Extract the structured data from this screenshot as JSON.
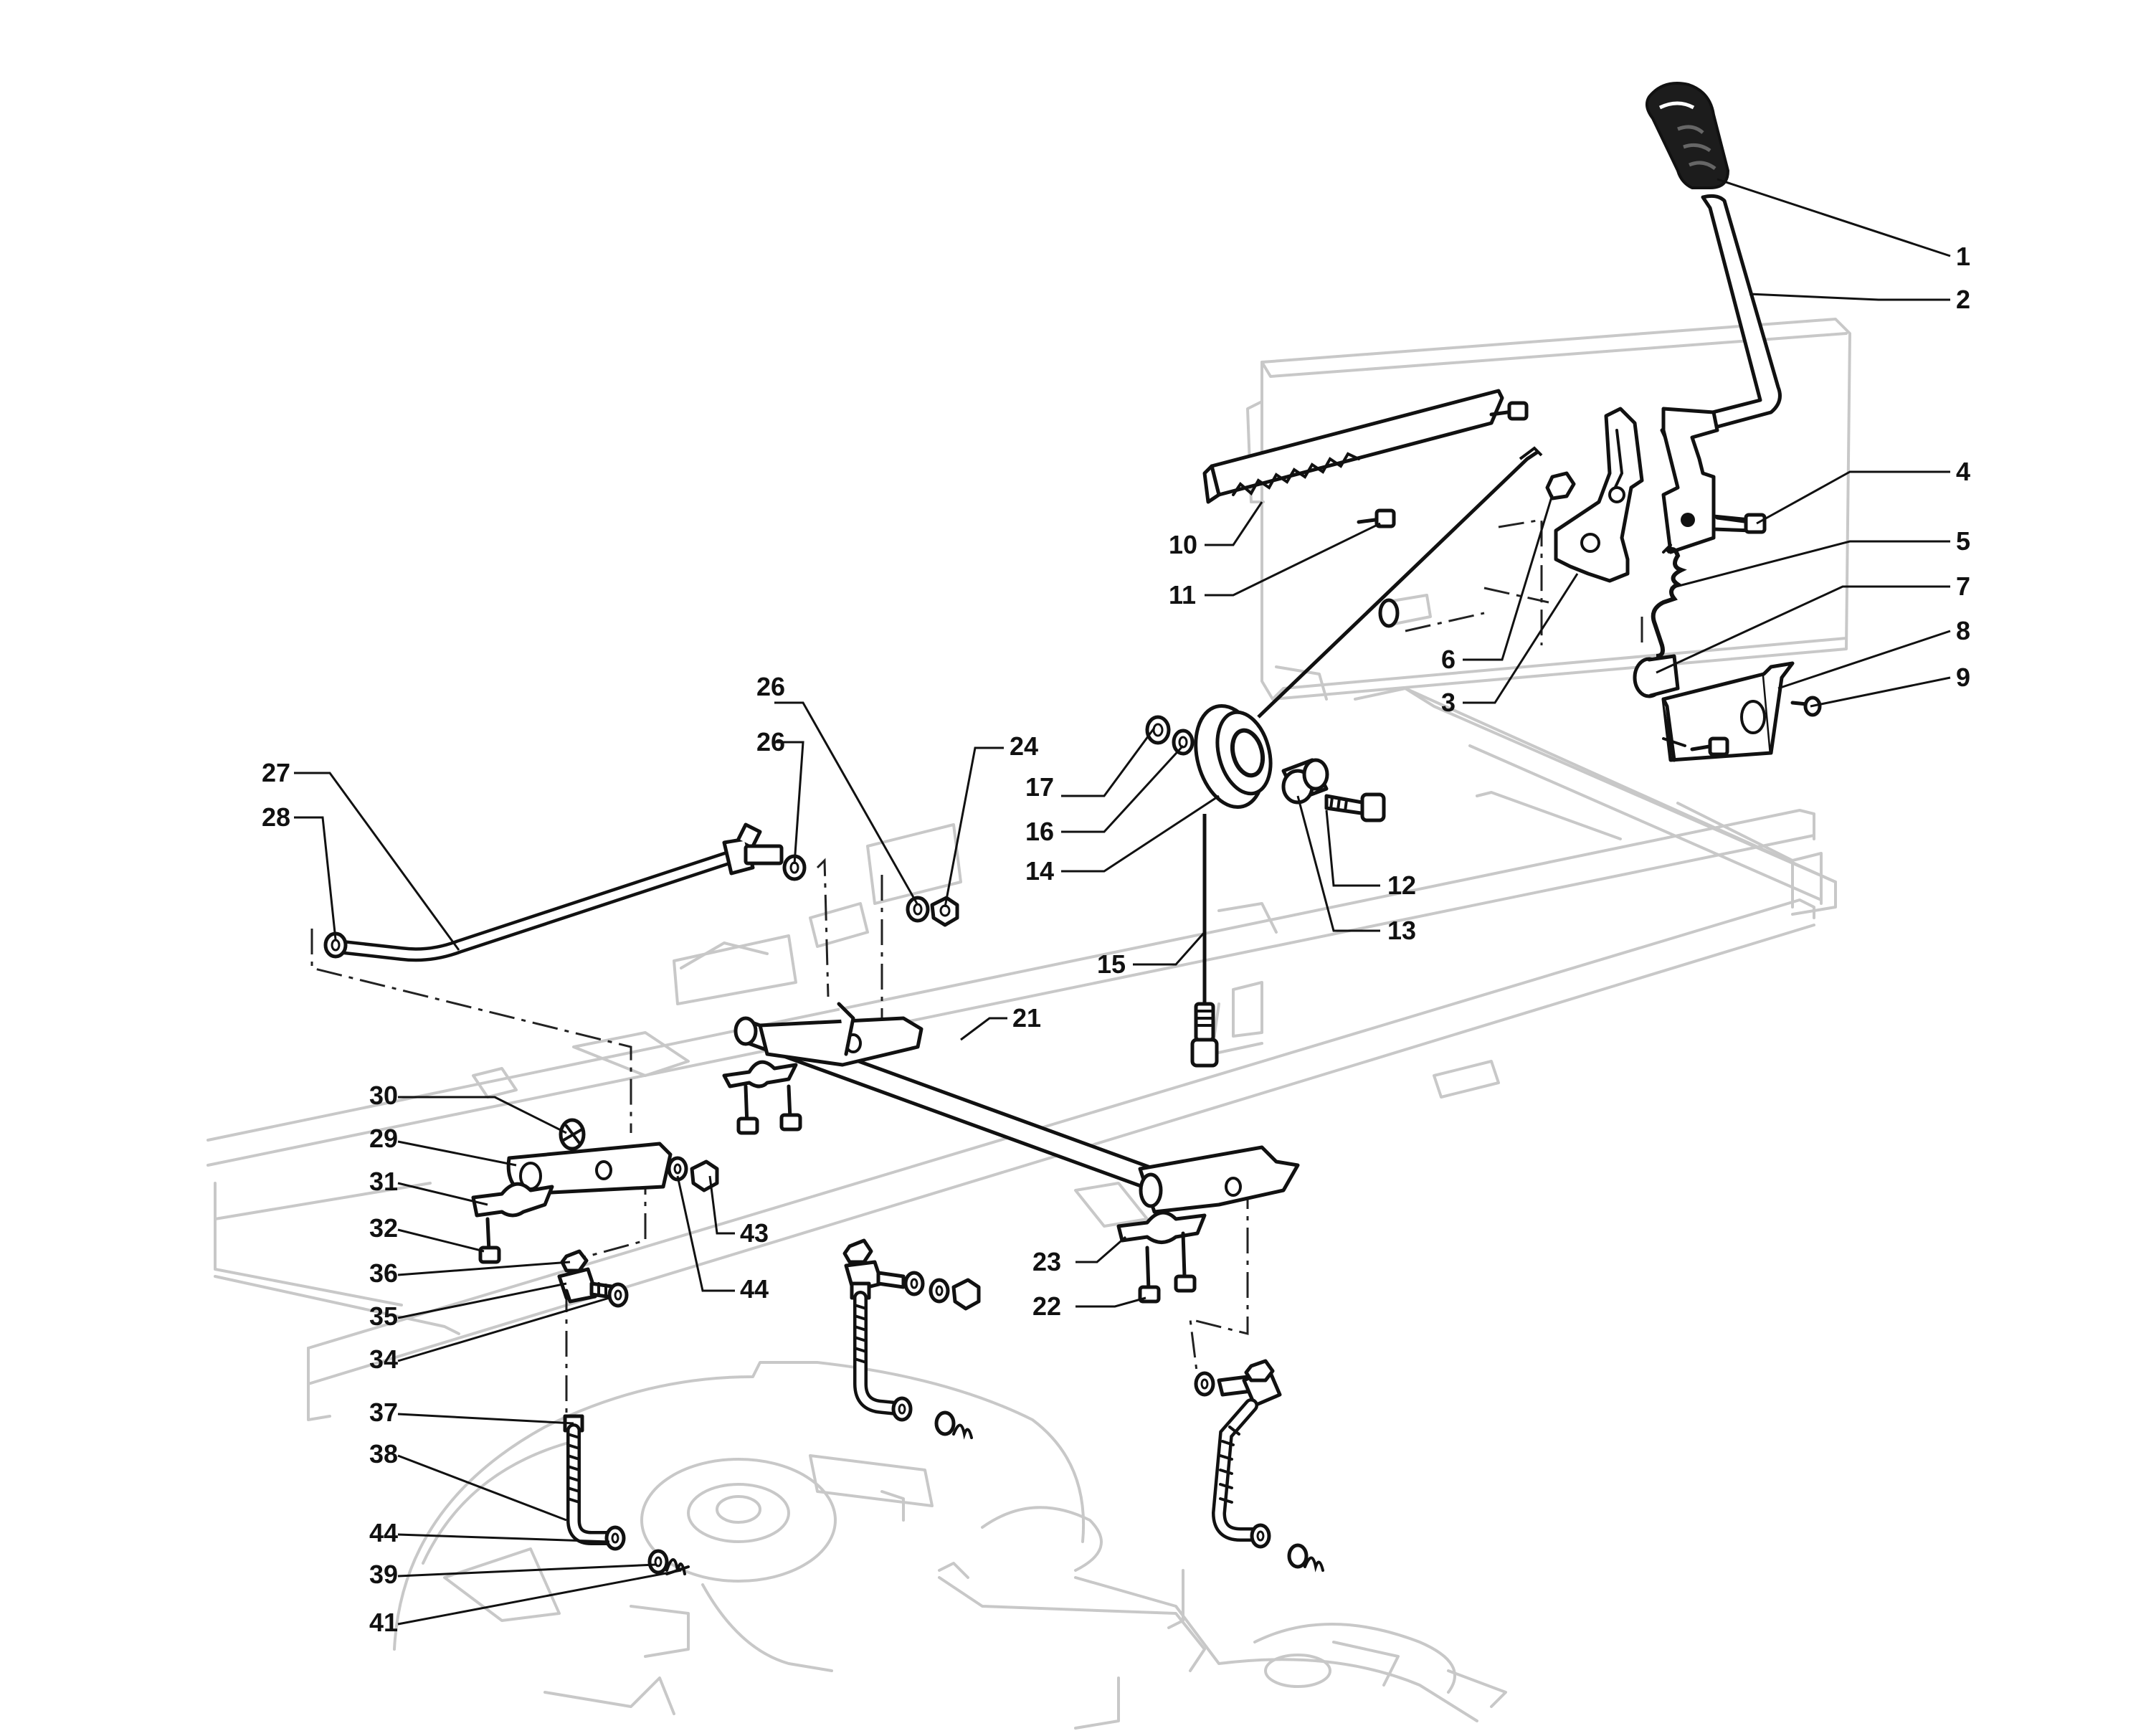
{
  "labels": [
    {
      "id": "l1",
      "text": "1"
    },
    {
      "id": "l2",
      "text": "2"
    },
    {
      "id": "l3",
      "text": "3"
    },
    {
      "id": "l4",
      "text": "4"
    },
    {
      "id": "l5",
      "text": "5"
    },
    {
      "id": "l6",
      "text": "6"
    },
    {
      "id": "l7",
      "text": "7"
    },
    {
      "id": "l8",
      "text": "8"
    },
    {
      "id": "l9",
      "text": "9"
    },
    {
      "id": "l10",
      "text": "10"
    },
    {
      "id": "l11",
      "text": "11"
    },
    {
      "id": "l12",
      "text": "12"
    },
    {
      "id": "l13",
      "text": "13"
    },
    {
      "id": "l14",
      "text": "14"
    },
    {
      "id": "l15",
      "text": "15"
    },
    {
      "id": "l16",
      "text": "16"
    },
    {
      "id": "l17",
      "text": "17"
    },
    {
      "id": "l21",
      "text": "21"
    },
    {
      "id": "l22",
      "text": "22"
    },
    {
      "id": "l23",
      "text": "23"
    },
    {
      "id": "l24",
      "text": "24"
    },
    {
      "id": "l26a",
      "text": "26"
    },
    {
      "id": "l26b",
      "text": "26"
    },
    {
      "id": "l27",
      "text": "27"
    },
    {
      "id": "l28",
      "text": "28"
    },
    {
      "id": "l29",
      "text": "29"
    },
    {
      "id": "l30",
      "text": "30"
    },
    {
      "id": "l31",
      "text": "31"
    },
    {
      "id": "l32",
      "text": "32"
    },
    {
      "id": "l34",
      "text": "34"
    },
    {
      "id": "l35",
      "text": "35"
    },
    {
      "id": "l36",
      "text": "36"
    },
    {
      "id": "l37",
      "text": "37"
    },
    {
      "id": "l38",
      "text": "38"
    },
    {
      "id": "l39",
      "text": "39"
    },
    {
      "id": "l41",
      "text": "41"
    },
    {
      "id": "l43",
      "text": "43"
    },
    {
      "id": "l44a",
      "text": "44"
    },
    {
      "id": "l44b",
      "text": "44"
    }
  ]
}
